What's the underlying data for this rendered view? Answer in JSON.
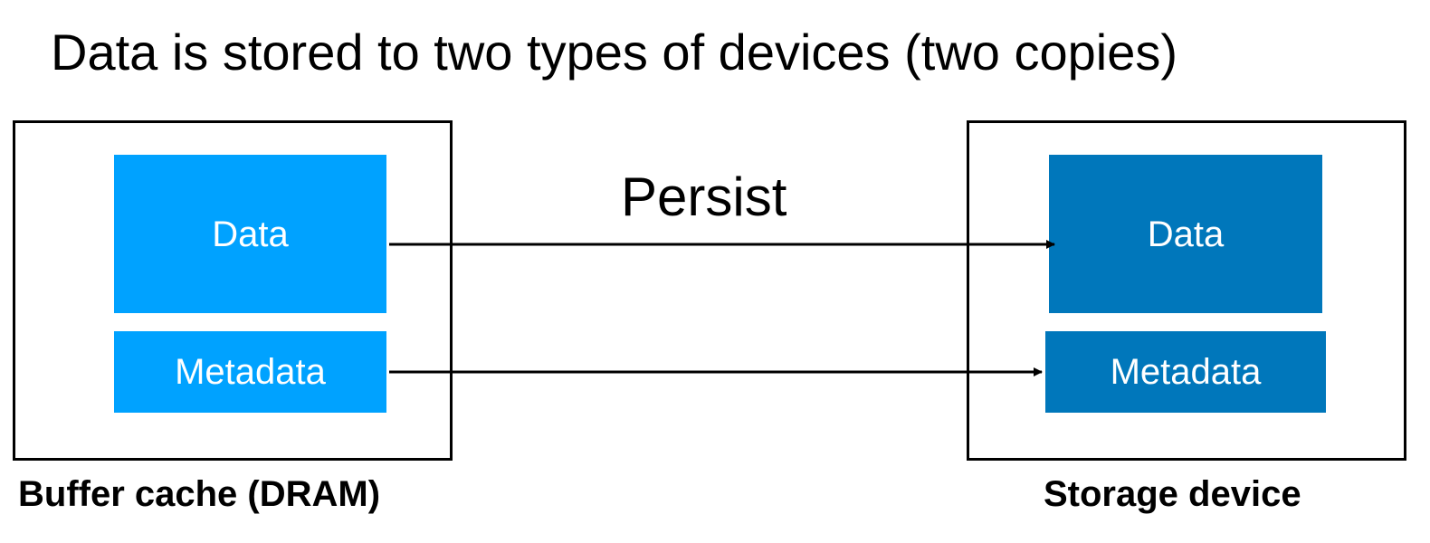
{
  "title": "Data is stored to two types of devices (two copies)",
  "arrow_label": "Persist",
  "left_device": {
    "caption": "Buffer cache (DRAM)",
    "data_label": "Data",
    "metadata_label": "Metadata",
    "block_color": "#00a2ff"
  },
  "right_device": {
    "caption": "Storage device",
    "data_label": "Data",
    "metadata_label": "Metadata",
    "block_color": "#0077bb"
  }
}
